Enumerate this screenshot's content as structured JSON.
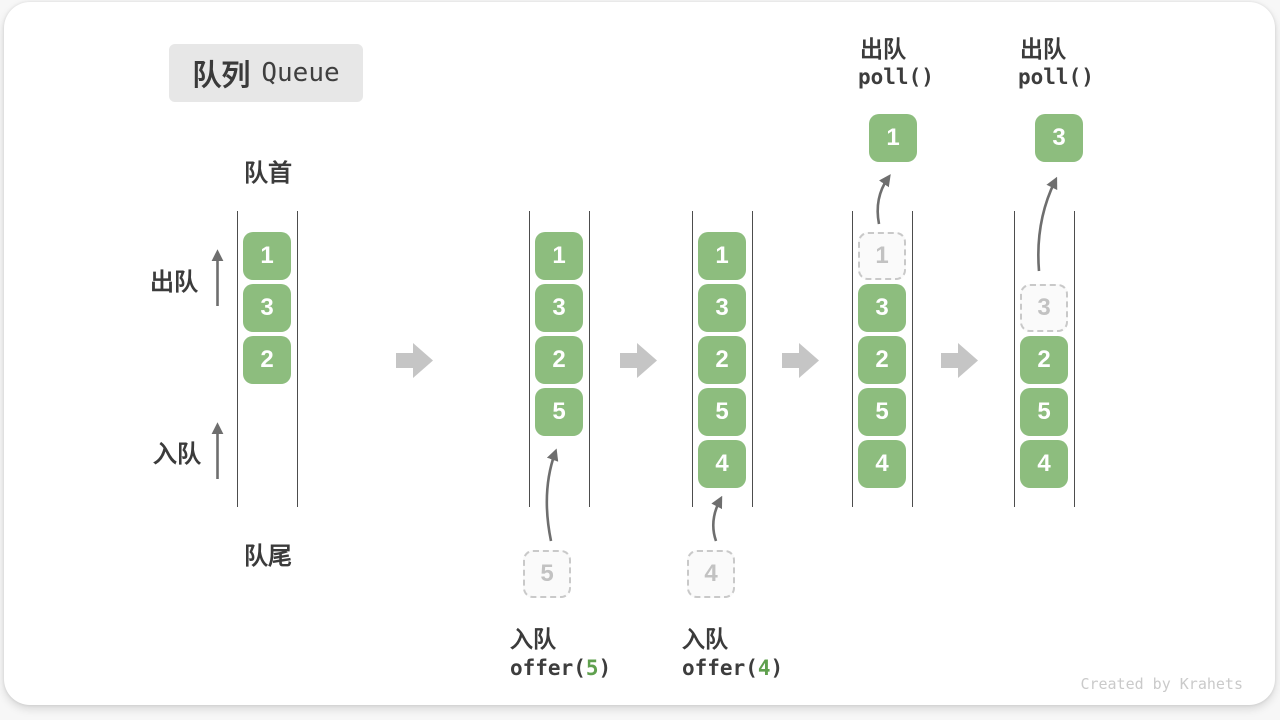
{
  "title": {
    "zh": "队列",
    "en": "Queue"
  },
  "side_labels": {
    "front": "队首",
    "rear": "队尾",
    "dequeue": "出队",
    "enqueue": "入队"
  },
  "stages": [
    {
      "cells": [
        "1",
        "3",
        "2"
      ]
    },
    {
      "cells": [
        "1",
        "3",
        "2",
        "5"
      ],
      "incoming": "5",
      "op": {
        "zh": "入队",
        "pre": "offer(",
        "arg": "5",
        "post": ")"
      }
    },
    {
      "cells": [
        "1",
        "3",
        "2",
        "5",
        "4"
      ],
      "incoming": "4",
      "op": {
        "zh": "入队",
        "pre": "offer(",
        "arg": "4",
        "post": ")"
      }
    },
    {
      "ghost": "1",
      "removed": "1",
      "cells": [
        "3",
        "2",
        "5",
        "4"
      ],
      "op": {
        "zh": "出队",
        "code": "poll()"
      }
    },
    {
      "ghost": "3",
      "removed": "3",
      "cells": [
        "2",
        "5",
        "4"
      ],
      "op": {
        "zh": "出队",
        "code": "poll()"
      }
    }
  ],
  "watermark": "Created by Krahets",
  "colors": {
    "cell_green": "#8dbd7e",
    "code_arg_green": "#5fa04e",
    "block_arrow_gray": "#c5c5c5",
    "thin_arrow_gray": "#6e6e6e",
    "wall_gray": "#4d4d4d",
    "text_dark": "#3b3b3b",
    "ghost_gray": "#c9c9c9",
    "title_bg": "#e7e7e7",
    "watermark_gray": "#cacaca"
  }
}
